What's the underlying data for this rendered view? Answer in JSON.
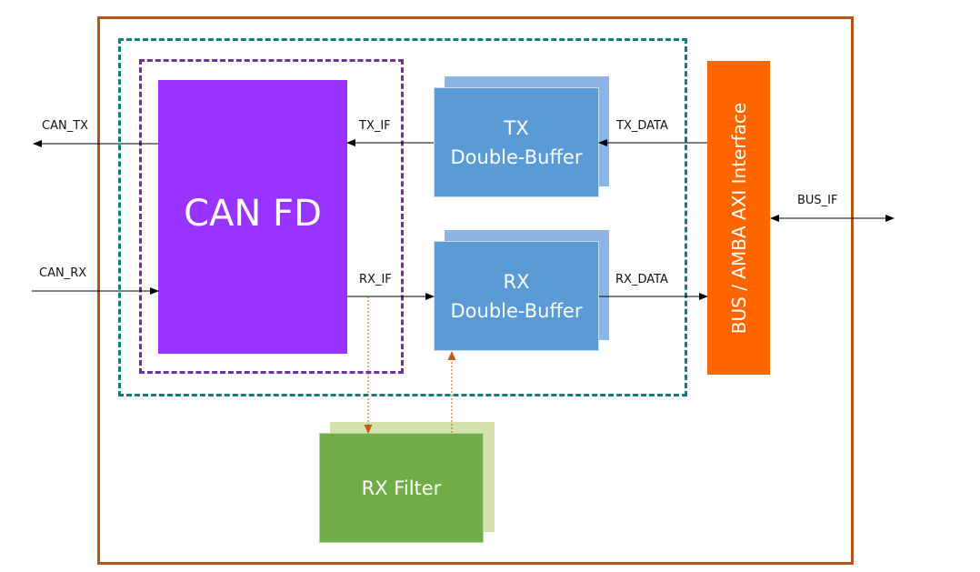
{
  "diagram": {
    "blocks": {
      "can_fd": "CAN FD",
      "tx_buffer": [
        "TX",
        "Double-Buffer"
      ],
      "rx_buffer": [
        "RX",
        "Double-Buffer"
      ],
      "bus_interface": "BUS / AMBA AXI Interface",
      "rx_filter": "RX Filter"
    },
    "signals": {
      "can_tx": "CAN_TX",
      "can_rx": "CAN_RX",
      "tx_if": "TX_IF",
      "rx_if": "RX_IF",
      "tx_data": "TX_DATA",
      "rx_data": "RX_DATA",
      "bus_if": "BUS_IF"
    },
    "colors": {
      "outer_border": "#b0561c",
      "teal_group": "#137c7c",
      "purple_group": "#7030a0",
      "can_fd": "#9933ff",
      "buffer": "#5b9bd5",
      "bus": "#ff6600",
      "filter": "#70ad47",
      "filter_link": "#c55a11"
    }
  }
}
